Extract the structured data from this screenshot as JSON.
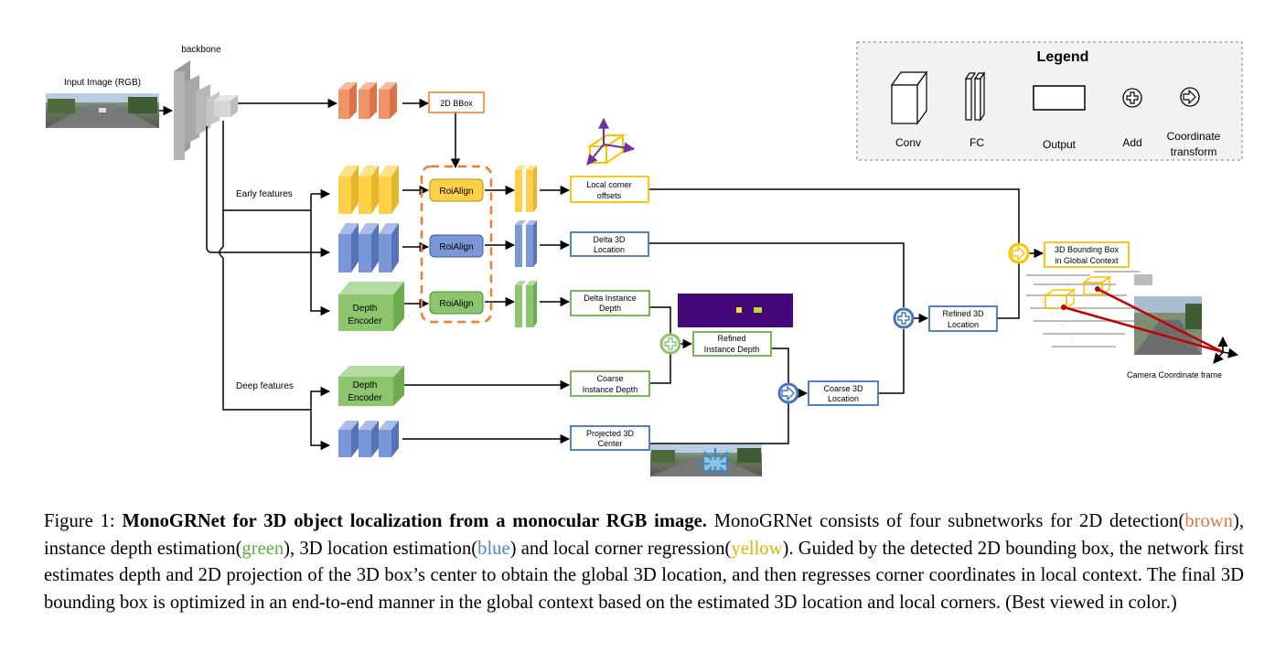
{
  "diagram": {
    "labels": {
      "backbone": "backbone",
      "input_image": "Input Image (RGB)",
      "early_features": "Early features",
      "deep_features": "Deep features",
      "bbox2d": "2D BBox",
      "roialign": "RoiAlign",
      "local_corner_offsets": [
        "Local corner",
        "offsets"
      ],
      "delta_3d_location": [
        "Delta 3D",
        "Location"
      ],
      "delta_instance_depth": [
        "Delta Instance",
        "Depth"
      ],
      "depth_encoder": [
        "Depth",
        "Encoder"
      ],
      "refined_instance_depth": [
        "Refined",
        "Instance Depth"
      ],
      "coarse_instance_depth": [
        "Coarse",
        "Instance Depth"
      ],
      "projected_3d_center": [
        "Projected 3D",
        "Center"
      ],
      "coarse_3d_location": [
        "Coarse 3D",
        "Location"
      ],
      "refined_3d_location": [
        "Refined 3D",
        "Location"
      ],
      "bbox3d_global": [
        "3D Bounding Box",
        "in Global Context"
      ],
      "camera_frame": "Camera Coordinate frame"
    },
    "legend": {
      "title": "Legend",
      "conv": "Conv",
      "fc": "FC",
      "output": "Output",
      "add": "Add",
      "coord_transform": [
        "Coordinate",
        "transform"
      ]
    },
    "colors": {
      "brown": "#F0936A",
      "yellow": "#FFD04A",
      "blue": "#7B97D8",
      "green": "#8CC56E",
      "legend_bg": "#F2F2F2"
    }
  },
  "caption": {
    "prefix": "Figure 1: ",
    "title": "MonoGRNet for 3D object localization from a monocular RGB image.",
    "t1": " MonoGRNet consists of four subnetworks for 2D detection(",
    "brown": "brown",
    "t2": "), instance depth estimation(",
    "green": "green",
    "t3": "), 3D location estimation(",
    "blue": "blue",
    "t4": ") and local corner regression(",
    "yellow": "yellow",
    "t5": "). Guided by the detected 2D bounding box, the network first estimates depth and 2D projection of the 3D box’s center to obtain the global 3D location, and then regresses corner coordinates in local context. The final 3D bounding box is optimized in an end-to-end manner in the global context based on the estimated 3D location and local corners. (Best viewed in color.)"
  }
}
